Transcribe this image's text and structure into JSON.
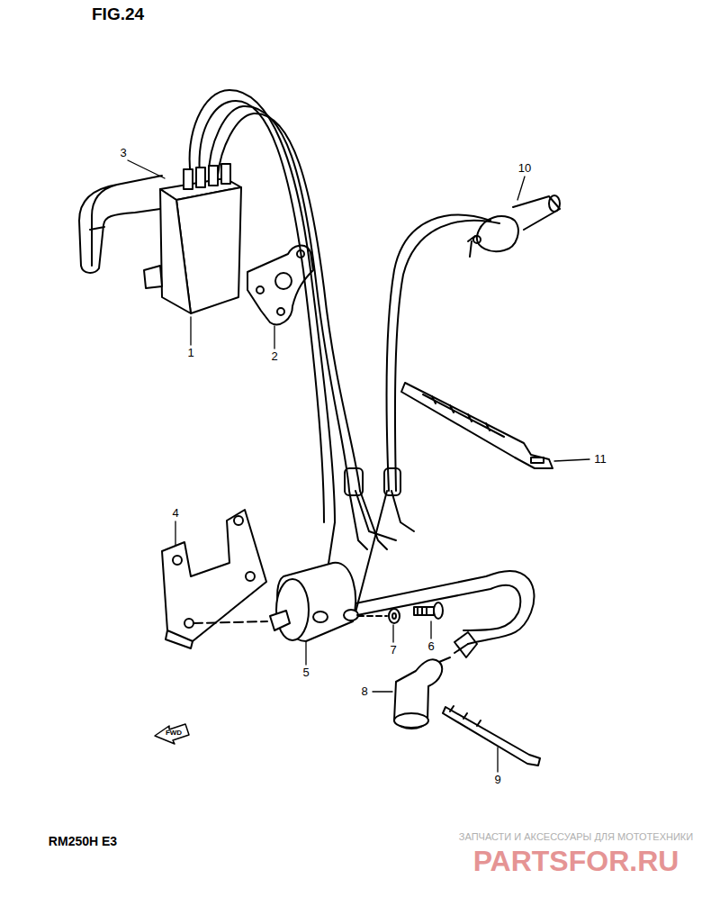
{
  "diagram": {
    "title": "FIG.24",
    "labels": [
      "3",
      "10",
      "1",
      "2",
      "11",
      "4",
      "5",
      "7",
      "6",
      "8",
      "9",
      "FWD",
      "RM250H E3",
      "ЗАПЧАСТИ И АКСЕССУАРЫ ДЛЯ МОТОТЕХНИКИ",
      "PARTSFOR.RU"
    ]
  }
}
